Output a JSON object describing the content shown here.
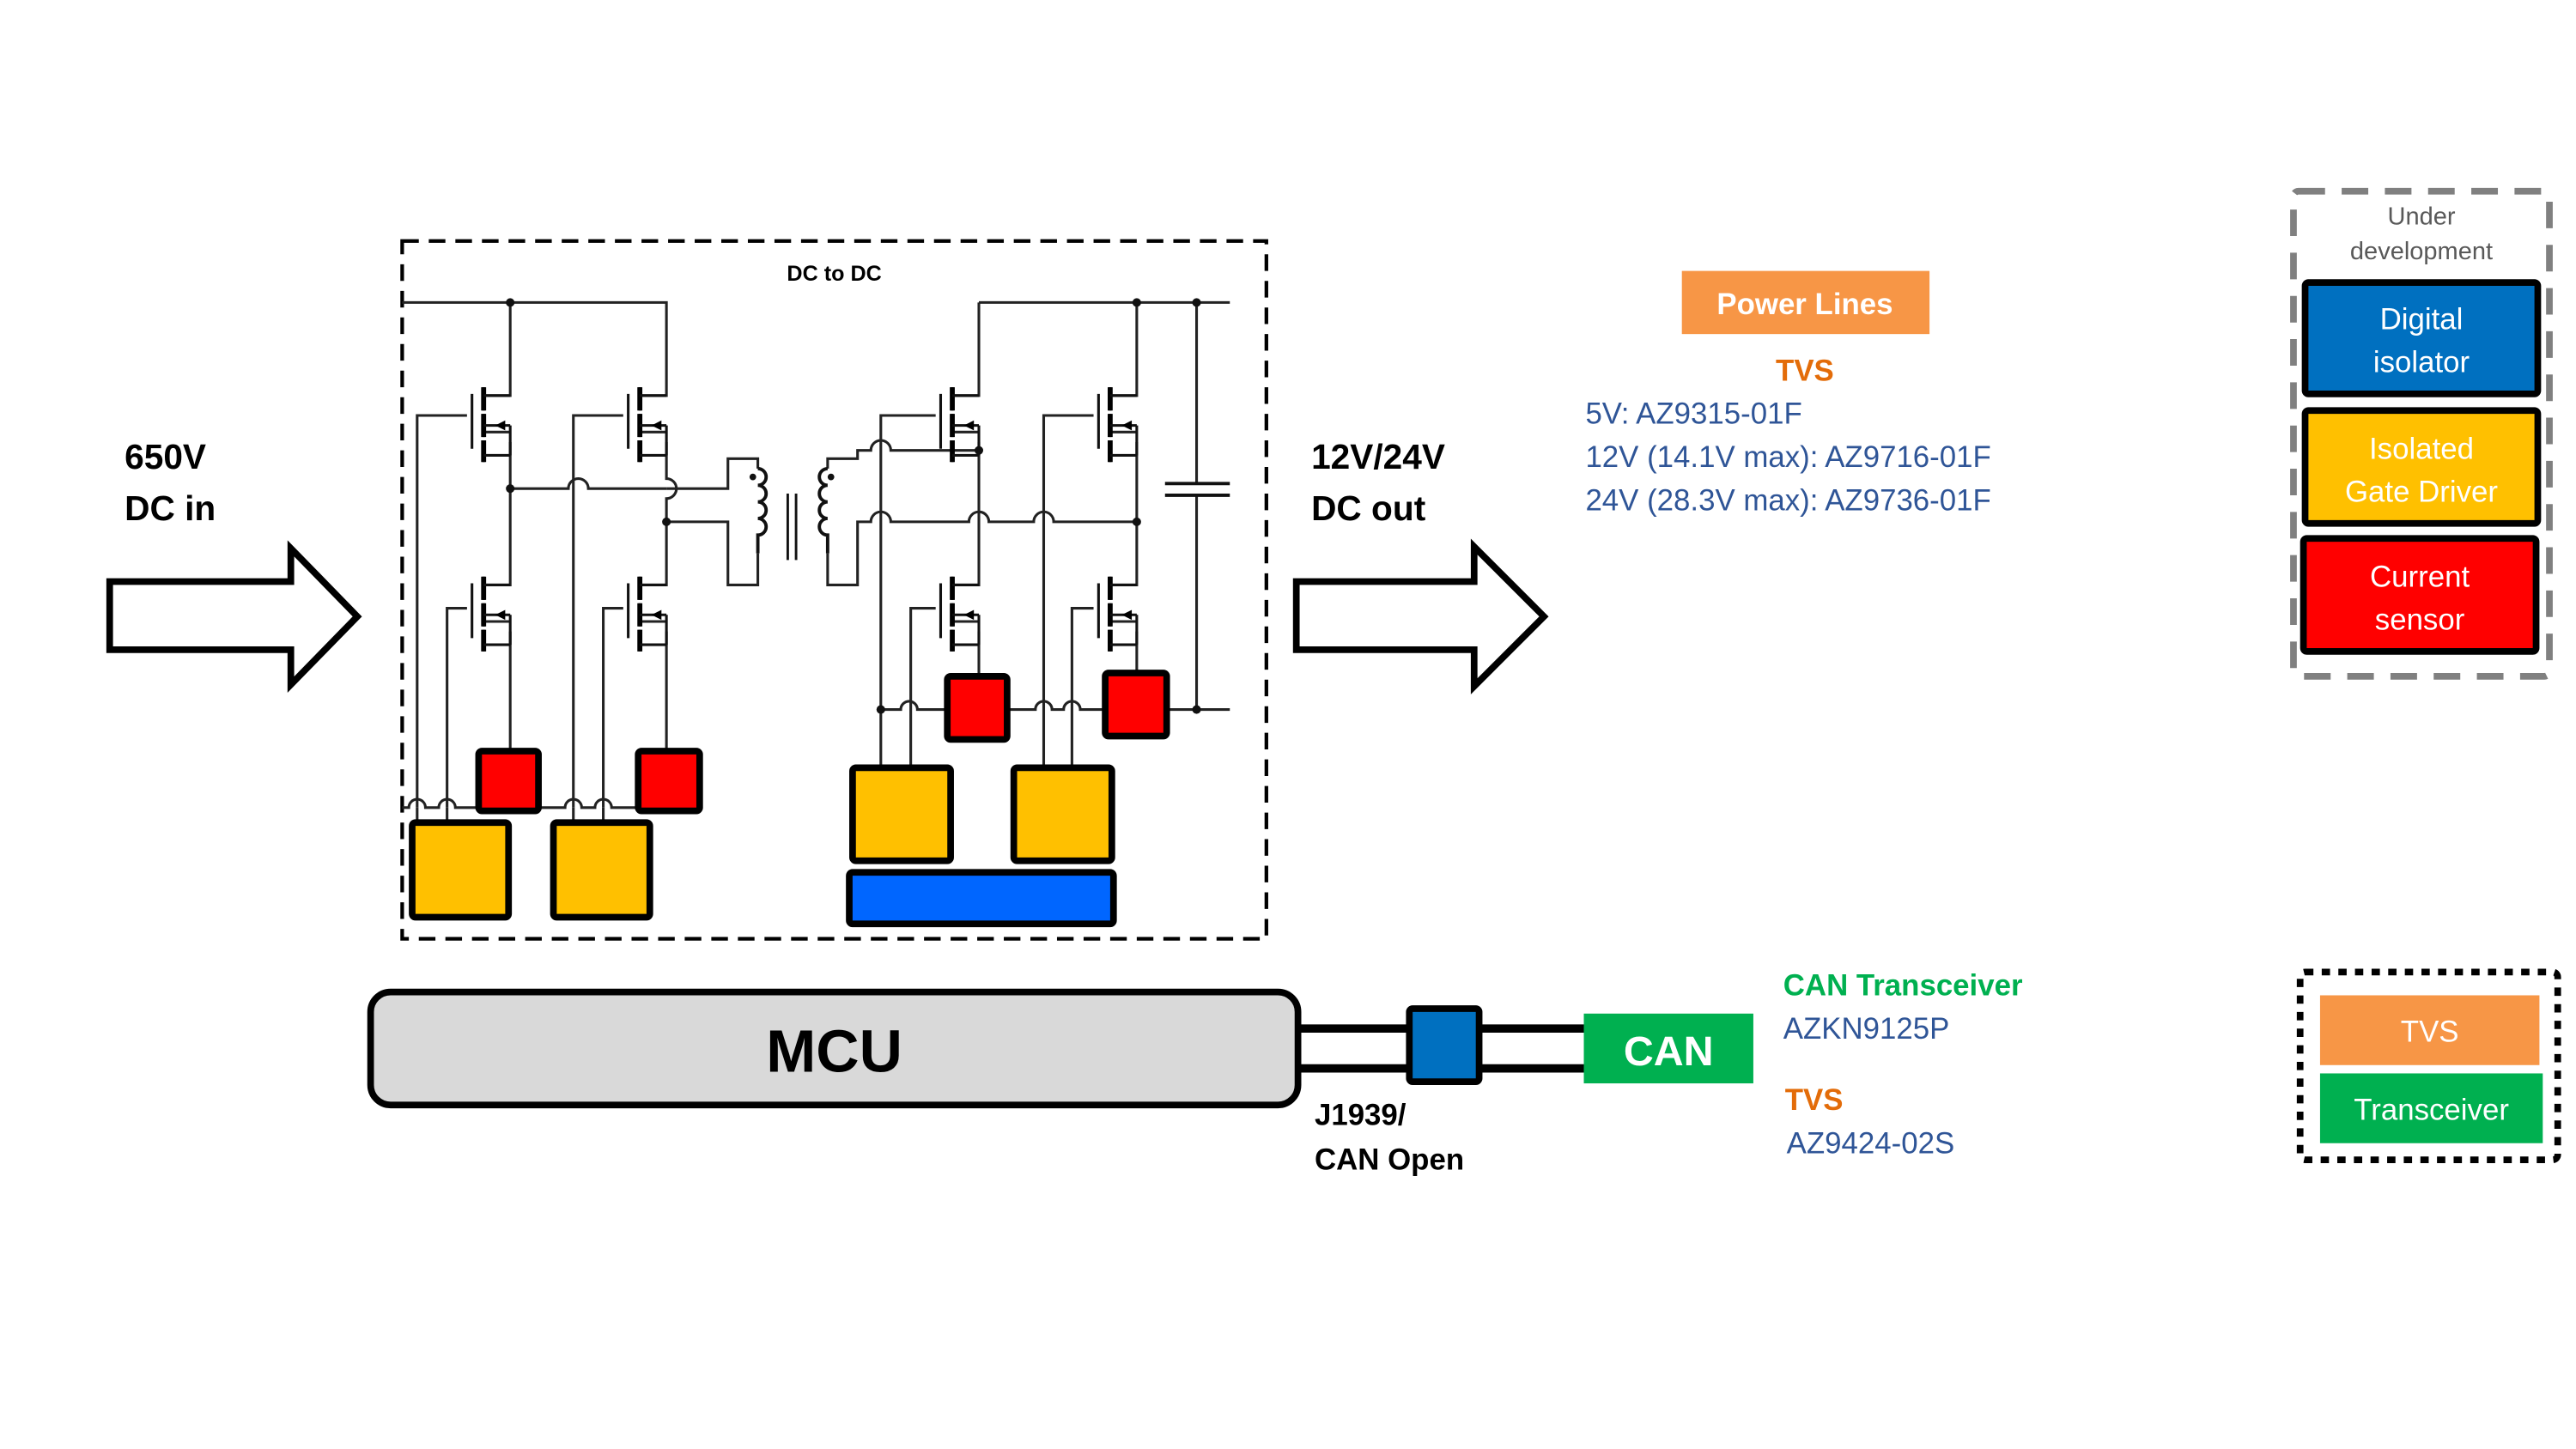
{
  "input": {
    "voltage": "650V",
    "label": "DC in"
  },
  "output": {
    "voltage": "12V/24V",
    "label": "DC out"
  },
  "converter": {
    "title": "DC to DC"
  },
  "mcu": {
    "label": "MCU"
  },
  "bus": {
    "protocol_line1": "J1939/",
    "protocol_line2": "CAN Open",
    "can_label": "CAN"
  },
  "power_lines": {
    "header": "Power Lines",
    "tvs_title": "TVS",
    "items": [
      "5V: AZ9315-01F",
      "12V (14.1V max): AZ9716-01F",
      "24V (28.3V max): AZ9736-01F"
    ]
  },
  "can_info": {
    "transceiver_title": "CAN Transceiver",
    "transceiver_part": "AZKN9125P",
    "tvs_title": "TVS",
    "tvs_part": "AZ9424-02S"
  },
  "legend_dev": {
    "title_line1": "Under",
    "title_line2": "development",
    "items": [
      {
        "line1": "Digital",
        "line2": "isolator",
        "color": "#0070C0"
      },
      {
        "line1": "Isolated",
        "line2": "Gate Driver",
        "color": "#FFC000"
      },
      {
        "line1": "Current",
        "line2": "sensor",
        "color": "#FF0000"
      }
    ]
  },
  "legend_products": {
    "items": [
      {
        "label": "TVS",
        "color": "#F79646"
      },
      {
        "label": "Transceiver",
        "color": "#00B050"
      }
    ]
  },
  "colors": {
    "isolator_block": "#0066FF",
    "gate_driver": "#FFC000",
    "current_sensor": "#FF0000",
    "can_block": "#00B050",
    "tvs_orange": "#F79646",
    "tvs_text": "#E36C09",
    "part_text": "#2F5597",
    "mcu_fill": "#D9D9D9",
    "bus_tvs_block": "#0070C0"
  }
}
